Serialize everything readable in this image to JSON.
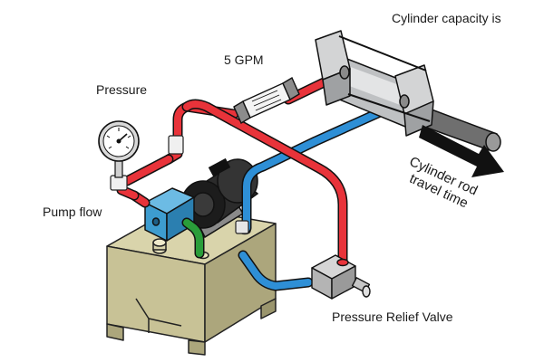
{
  "labels": {
    "cylinder_capacity": "Cylinder capacity is",
    "flow": "5 GPM",
    "pressure": "Pressure",
    "pump_flow": "Pump flow",
    "relief_valve": "Pressure Relief Valve",
    "travel_line1": "Cylinder rod",
    "travel_line2": "travel time"
  },
  "colors": {
    "pressure_line": "#e8333a",
    "return_line": "#2e8fd6",
    "suction_line": "#2a9d3a",
    "reservoir": "#c8c296",
    "pump": "#3d9ccf",
    "motor": "#1c1c1c",
    "cylinder": "#bfc1c3"
  },
  "icons": [
    "pressure-gauge-icon",
    "flow-meter-icon",
    "direction-arrow-icon"
  ]
}
